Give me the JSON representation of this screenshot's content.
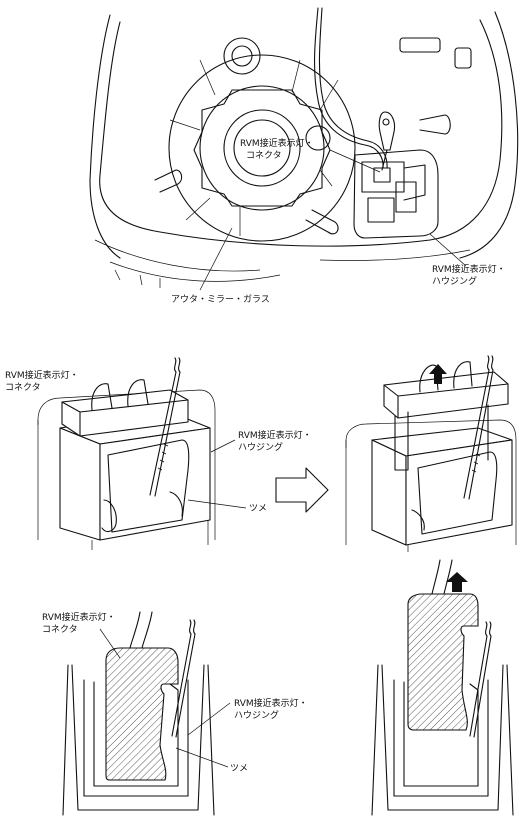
{
  "labels": {
    "top_connector_1": "RVM接近表示灯・",
    "top_connector_2": "コネクタ",
    "top_housing_1": "RVM接近表示灯・",
    "top_housing_2": "ハウジング",
    "top_glass": "アウタ・ミラー・ガラス",
    "mid_connector_1": "RVM接近表示灯・",
    "mid_connector_2": "コネクタ",
    "mid_housing_1": "RVM接近表示灯・",
    "mid_housing_2": "ハウジング",
    "mid_claw": "ツメ",
    "bot_connector_1": "RVM接近表示灯・",
    "bot_connector_2": "コネクタ",
    "bot_housing_1": "RVM接近表示灯・",
    "bot_housing_2": "ハウジング",
    "bot_claw": "ツメ"
  },
  "colors": {
    "line": "#111111",
    "background": "#ffffff"
  },
  "icons": {
    "direction_arrow": "right-arrow-icon",
    "pull_arrow": "up-arrow-icon"
  }
}
